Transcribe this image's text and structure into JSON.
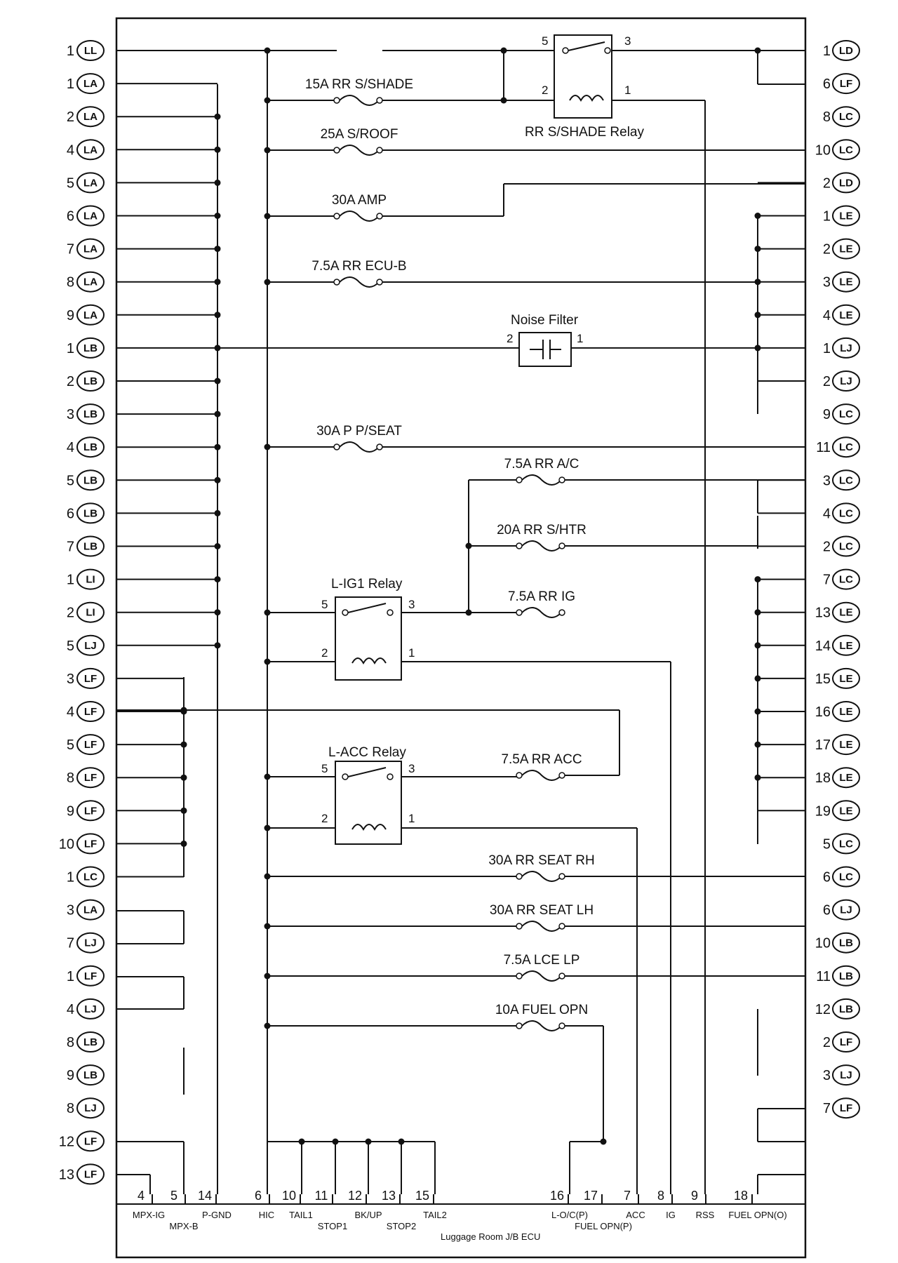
{
  "left_connectors": [
    {
      "pin": "1",
      "code": "LL"
    },
    {
      "pin": "1",
      "code": "LA"
    },
    {
      "pin": "2",
      "code": "LA"
    },
    {
      "pin": "4",
      "code": "LA"
    },
    {
      "pin": "5",
      "code": "LA"
    },
    {
      "pin": "6",
      "code": "LA"
    },
    {
      "pin": "7",
      "code": "LA"
    },
    {
      "pin": "8",
      "code": "LA"
    },
    {
      "pin": "9",
      "code": "LA"
    },
    {
      "pin": "1",
      "code": "LB"
    },
    {
      "pin": "2",
      "code": "LB"
    },
    {
      "pin": "3",
      "code": "LB"
    },
    {
      "pin": "4",
      "code": "LB"
    },
    {
      "pin": "5",
      "code": "LB"
    },
    {
      "pin": "6",
      "code": "LB"
    },
    {
      "pin": "7",
      "code": "LB"
    },
    {
      "pin": "1",
      "code": "LI"
    },
    {
      "pin": "2",
      "code": "LI"
    },
    {
      "pin": "5",
      "code": "LJ"
    },
    {
      "pin": "3",
      "code": "LF"
    },
    {
      "pin": "4",
      "code": "LF"
    },
    {
      "pin": "5",
      "code": "LF"
    },
    {
      "pin": "8",
      "code": "LF"
    },
    {
      "pin": "9",
      "code": "LF"
    },
    {
      "pin": "10",
      "code": "LF"
    },
    {
      "pin": "1",
      "code": "LC"
    },
    {
      "pin": "3",
      "code": "LA"
    },
    {
      "pin": "7",
      "code": "LJ"
    },
    {
      "pin": "1",
      "code": "LF"
    },
    {
      "pin": "4",
      "code": "LJ"
    },
    {
      "pin": "8",
      "code": "LB"
    },
    {
      "pin": "9",
      "code": "LB"
    },
    {
      "pin": "8",
      "code": "LJ"
    },
    {
      "pin": "12",
      "code": "LF"
    },
    {
      "pin": "13",
      "code": "LF"
    }
  ],
  "right_connectors": [
    {
      "pin": "1",
      "code": "LD"
    },
    {
      "pin": "6",
      "code": "LF"
    },
    {
      "pin": "8",
      "code": "LC"
    },
    {
      "pin": "10",
      "code": "LC"
    },
    {
      "pin": "2",
      "code": "LD"
    },
    {
      "pin": "1",
      "code": "LE"
    },
    {
      "pin": "2",
      "code": "LE"
    },
    {
      "pin": "3",
      "code": "LE"
    },
    {
      "pin": "4",
      "code": "LE"
    },
    {
      "pin": "1",
      "code": "LJ"
    },
    {
      "pin": "2",
      "code": "LJ"
    },
    {
      "pin": "9",
      "code": "LC"
    },
    {
      "pin": "11",
      "code": "LC"
    },
    {
      "pin": "3",
      "code": "LC"
    },
    {
      "pin": "4",
      "code": "LC"
    },
    {
      "pin": "2",
      "code": "LC"
    },
    {
      "pin": "7",
      "code": "LC"
    },
    {
      "pin": "13",
      "code": "LE"
    },
    {
      "pin": "14",
      "code": "LE"
    },
    {
      "pin": "15",
      "code": "LE"
    },
    {
      "pin": "16",
      "code": "LE"
    },
    {
      "pin": "17",
      "code": "LE"
    },
    {
      "pin": "18",
      "code": "LE"
    },
    {
      "pin": "19",
      "code": "LE"
    },
    {
      "pin": "5",
      "code": "LC"
    },
    {
      "pin": "6",
      "code": "LC"
    },
    {
      "pin": "6",
      "code": "LJ"
    },
    {
      "pin": "10",
      "code": "LB"
    },
    {
      "pin": "11",
      "code": "LB"
    },
    {
      "pin": "12",
      "code": "LB"
    },
    {
      "pin": "2",
      "code": "LF"
    },
    {
      "pin": "3",
      "code": "LJ"
    },
    {
      "pin": "7",
      "code": "LF"
    }
  ],
  "fuses": [
    "15A RR S/SHADE",
    "25A S/ROOF",
    "30A AMP",
    "7.5A RR ECU-B",
    "30A P P/SEAT",
    "7.5A RR A/C",
    "20A RR S/HTR",
    "7.5A RR IG",
    "7.5A RR ACC",
    "30A RR SEAT RH",
    "30A RR SEAT LH",
    "7.5A LCE LP",
    "10A FUEL OPN"
  ],
  "relays": {
    "rr_sshade": {
      "name": "RR S/SHADE Relay",
      "pins": [
        "5",
        "3",
        "2",
        "1"
      ]
    },
    "l_ig1": {
      "name": "L-IG1 Relay",
      "pins": [
        "5",
        "3",
        "2",
        "1"
      ]
    },
    "l_acc": {
      "name": "L-ACC Relay",
      "pins": [
        "5",
        "3",
        "2",
        "1"
      ]
    }
  },
  "noise_filter": {
    "name": "Noise Filter",
    "pins": [
      "2",
      "1"
    ]
  },
  "bottom_terminals": [
    {
      "num": "4",
      "label": "MPX-IG"
    },
    {
      "num": "5",
      "label": "MPX-B"
    },
    {
      "num": "14",
      "label": "P-GND"
    },
    {
      "num": "6",
      "label": "HIC"
    },
    {
      "num": "10",
      "label": "TAIL1"
    },
    {
      "num": "11",
      "label": "STOP1"
    },
    {
      "num": "12",
      "label": "BK/UP"
    },
    {
      "num": "13",
      "label": "STOP2"
    },
    {
      "num": "15",
      "label": "TAIL2"
    },
    {
      "num": "16",
      "label": "L-O/C(P)"
    },
    {
      "num": "17",
      "label": "FUEL OPN(P)"
    },
    {
      "num": "7",
      "label": "ACC"
    },
    {
      "num": "8",
      "label": "IG"
    },
    {
      "num": "9",
      "label": "RSS"
    },
    {
      "num": "18",
      "label": "FUEL OPN(O)"
    }
  ],
  "ecu_label": "Luggage Room J/B ECU"
}
